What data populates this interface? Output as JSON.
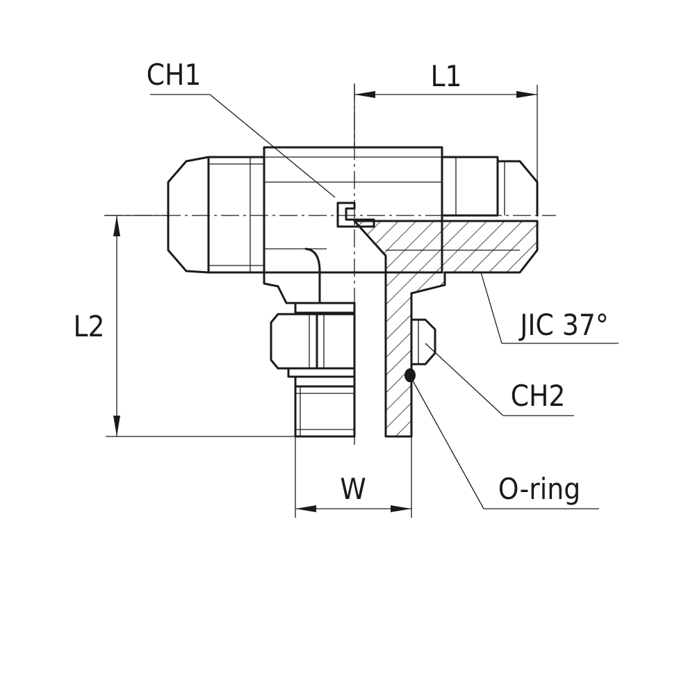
{
  "labels": {
    "ch1": "CH1",
    "l1": "L1",
    "l2": "L2",
    "jic": "JIC 37°",
    "ch2": "CH2",
    "w": "W",
    "oring": "O-ring"
  },
  "colors": {
    "line": "#1a1a1a",
    "background": "#ffffff"
  }
}
